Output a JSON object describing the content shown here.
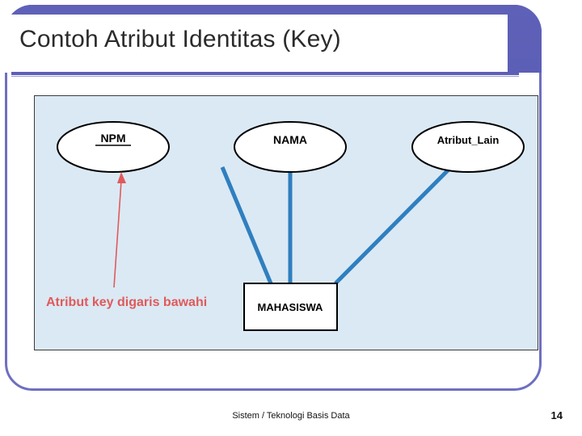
{
  "slide": {
    "title": "Contoh Atribut Identitas (Key)",
    "footer": "Sistem / Teknologi Basis Data",
    "page_number": "14",
    "colors": {
      "title_band": "#5c5fb5",
      "frame_border": "#6e6fc0",
      "panel_background": "#dbe9f4",
      "connector": "#2f7fc0",
      "note_text": "#e05a5a",
      "arrow": "#e05a5a"
    }
  },
  "diagram": {
    "type": "er-diagram",
    "entities": [
      {
        "name": "MAHASISWA",
        "shape": "rectangle"
      }
    ],
    "attributes": [
      {
        "name": "NPM",
        "shape": "ellipse",
        "is_key": true,
        "underlined": true
      },
      {
        "name": "NAMA",
        "shape": "ellipse",
        "is_key": false,
        "underlined": false
      },
      {
        "name": "Atribut_Lain",
        "shape": "ellipse",
        "is_key": false,
        "underlined": false
      }
    ],
    "connectors": [
      {
        "from": "NPM",
        "to": "MAHASISWA"
      },
      {
        "from": "NAMA",
        "to": "MAHASISWA"
      },
      {
        "from": "Atribut_Lain",
        "to": "MAHASISWA"
      }
    ],
    "annotation": {
      "text_parts": [
        "Atribut ",
        "key",
        " digaris bawahi"
      ],
      "full_text": "Atribut key digaris bawahi",
      "points_to": "NPM"
    }
  }
}
